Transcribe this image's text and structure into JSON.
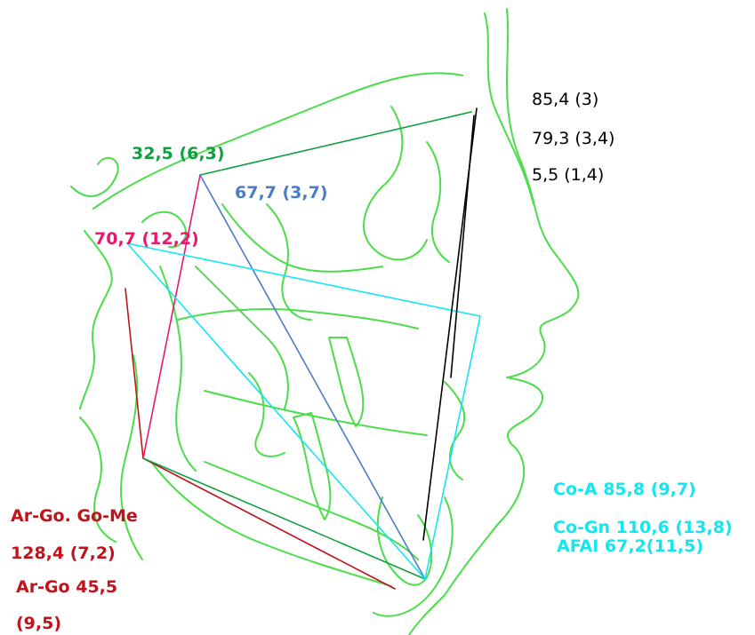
{
  "colors": {
    "soft_tissue": "#4cdc4c",
    "red": "#c0141c",
    "green": "#10a040",
    "pink": "#e8186c",
    "blue": "#4a7cc8",
    "cyan": "#14e6f0",
    "black": "#000000"
  },
  "measurements": {
    "green_label": "32,5 (6,3)",
    "blue_label": "67,7 (3,7)",
    "pink_label": "70,7 (12,2)",
    "black_line1": "85,4 (3)",
    "black_line2": "79,3 (3,4)",
    "black_line3": "5,5 (1,4)",
    "red_line1": "Ar-Go. Go-Me",
    "red_line2": "128,4 (7,2)",
    "red_line3": "Ar-Go  45,5",
    "red_line4": "(9,5)",
    "cyan_line1": "Co-A 85,8 (9,7)",
    "cyan_line2": "Co-Gn 110,6 (13,8)",
    "cyan_line3": "AFAI 67,2(11,5)"
  }
}
